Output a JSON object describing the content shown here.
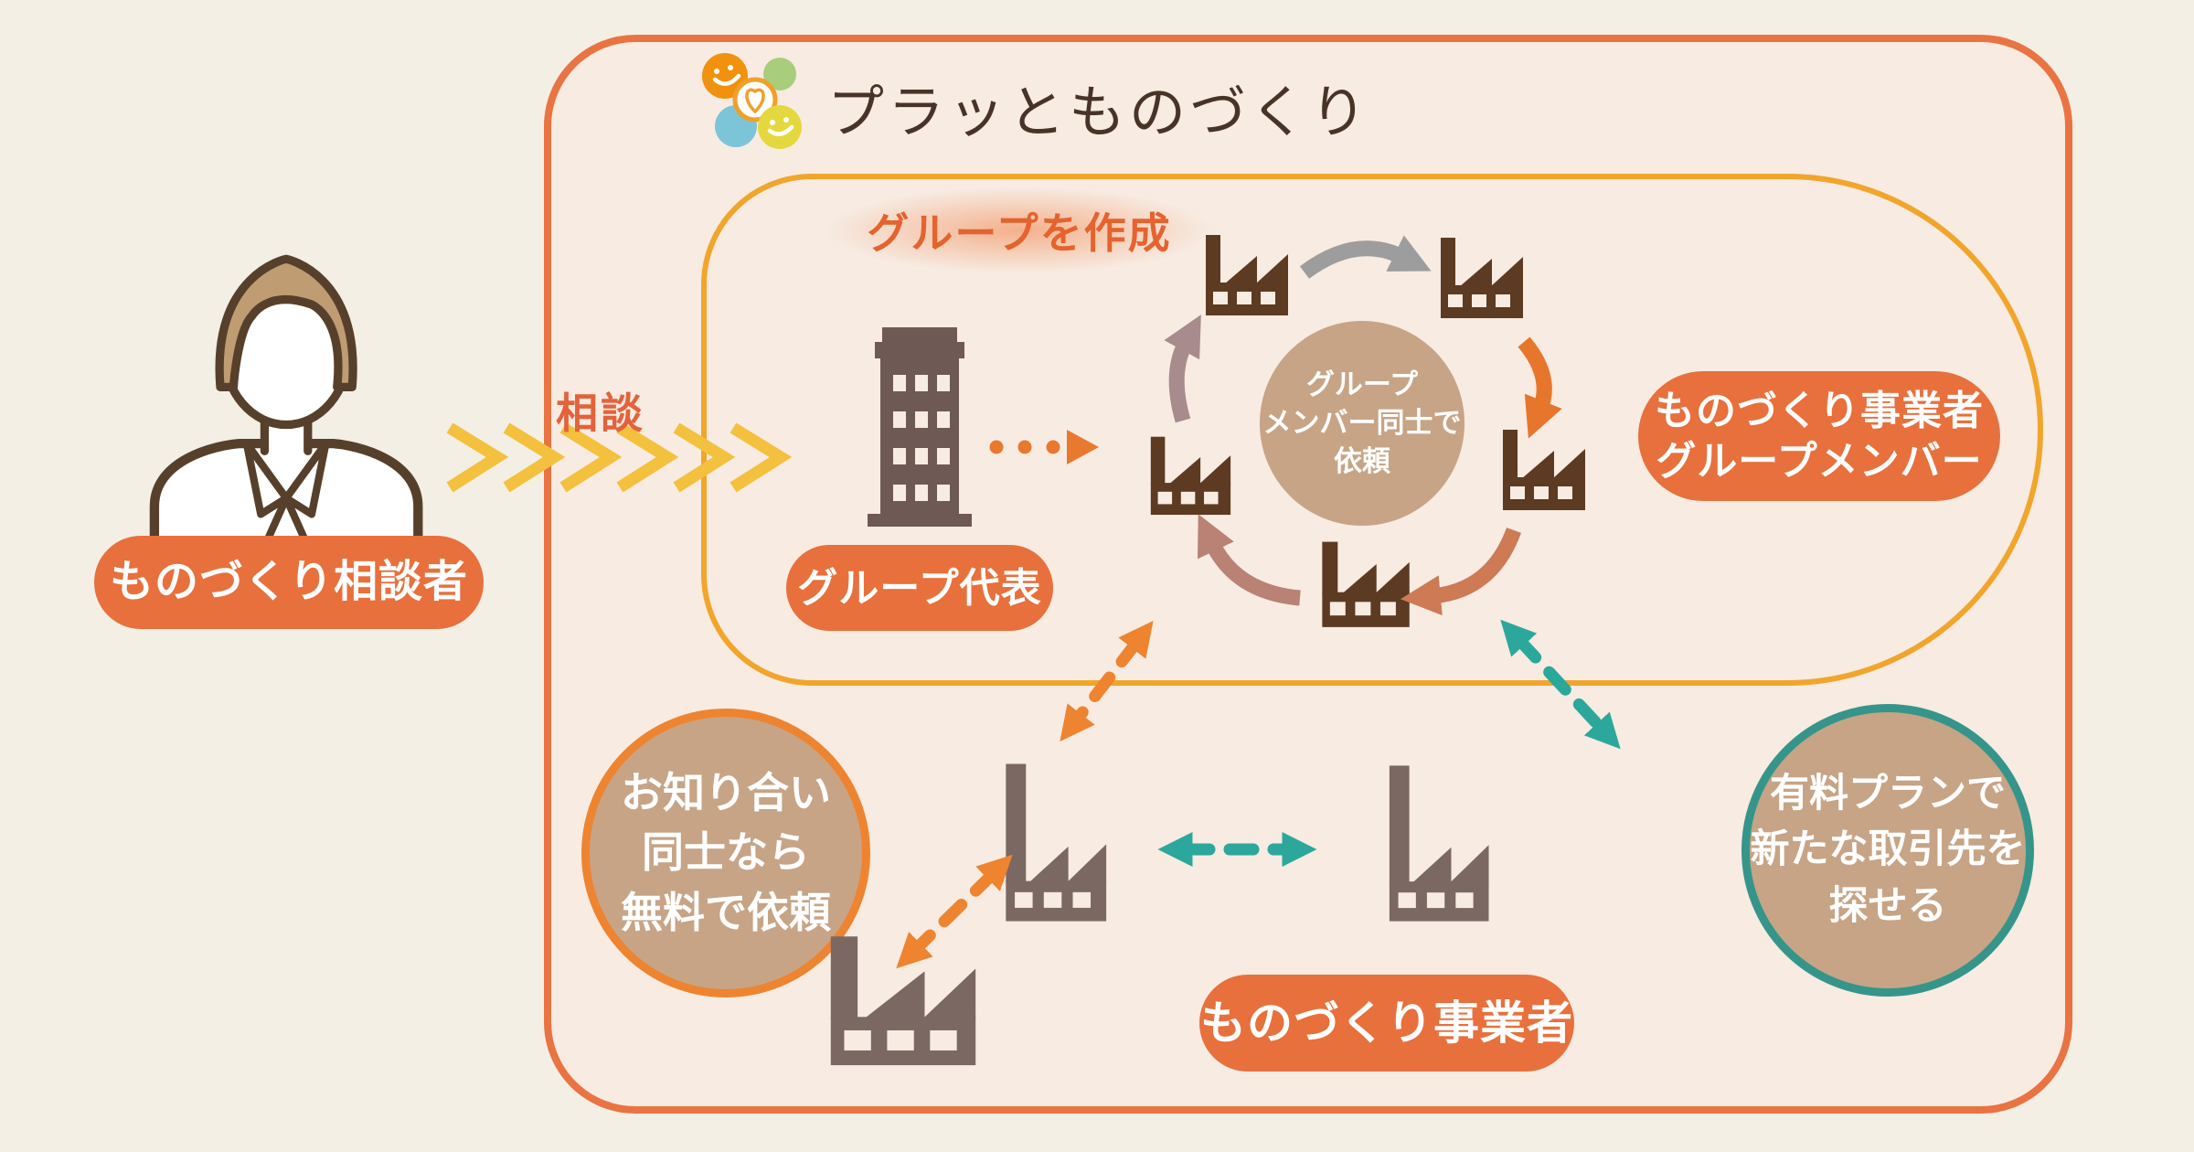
{
  "brand": {
    "title": "プラッとものづくり",
    "logo_icon": "platto-logo-smiley-circles-lightbulb"
  },
  "outer_flow": {
    "consulter_label": "ものづくり相談者",
    "consult_label": "相談",
    "person_icon": "consulter-person",
    "chevron_icon": "chevron-right-flow"
  },
  "group_box": {
    "heading": "グループを作成",
    "rep_label": "グループ代表",
    "building_icon": "office-building",
    "dotted_arrow_icon": "dotted-arrow-right",
    "center_circle": {
      "lines": [
        "グループ",
        "メンバー同士で",
        "依頼"
      ]
    },
    "member_pill": {
      "lines": [
        "ものづくり事業者",
        "グループメンバー"
      ]
    },
    "factory_icon": "factory",
    "cycle_arrows": [
      "arc-arrow-gray",
      "arc-arrow-orange",
      "arc-arrow-salmon",
      "arc-arrow-rose",
      "arc-arrow-mauve"
    ]
  },
  "bottom_area": {
    "free_circle": {
      "lines": [
        "お知り合い",
        "同士なら",
        "無料で依頼"
      ]
    },
    "paid_circle": {
      "lines": [
        "有料プランで",
        "新たな取引先を",
        "探せる"
      ]
    },
    "operators_label": "ものづくり事業者",
    "factory_icon": "factory",
    "arrows": [
      "dashed-double-arrow-orange",
      "dashed-double-arrow-teal"
    ]
  },
  "colors": {
    "background_outside": "#f3efe5",
    "background_inside": "#f7ebe2",
    "outer_border": "#ea7342",
    "inner_border": "#f2a52b",
    "pill_orange": "#e8703c",
    "heading_orange": "#e4632e",
    "chevron_yellow": "#f3c13e",
    "tan_circle": "#c7a486",
    "teal": "#2ba89b",
    "teal_border": "#35958b",
    "dashed_orange": "#ee8430",
    "ring_factory_brown": "#5d3a22",
    "bottom_factory_taupe": "#7b6862",
    "building_taupe": "#6e5954",
    "arc_gray": "#9d9d9d",
    "arc_orange": "#e8752c",
    "arc_salmon": "#cd7a55",
    "arc_rose": "#b98274",
    "arc_mauve": "#a78b8d",
    "title_brown": "#473327"
  }
}
